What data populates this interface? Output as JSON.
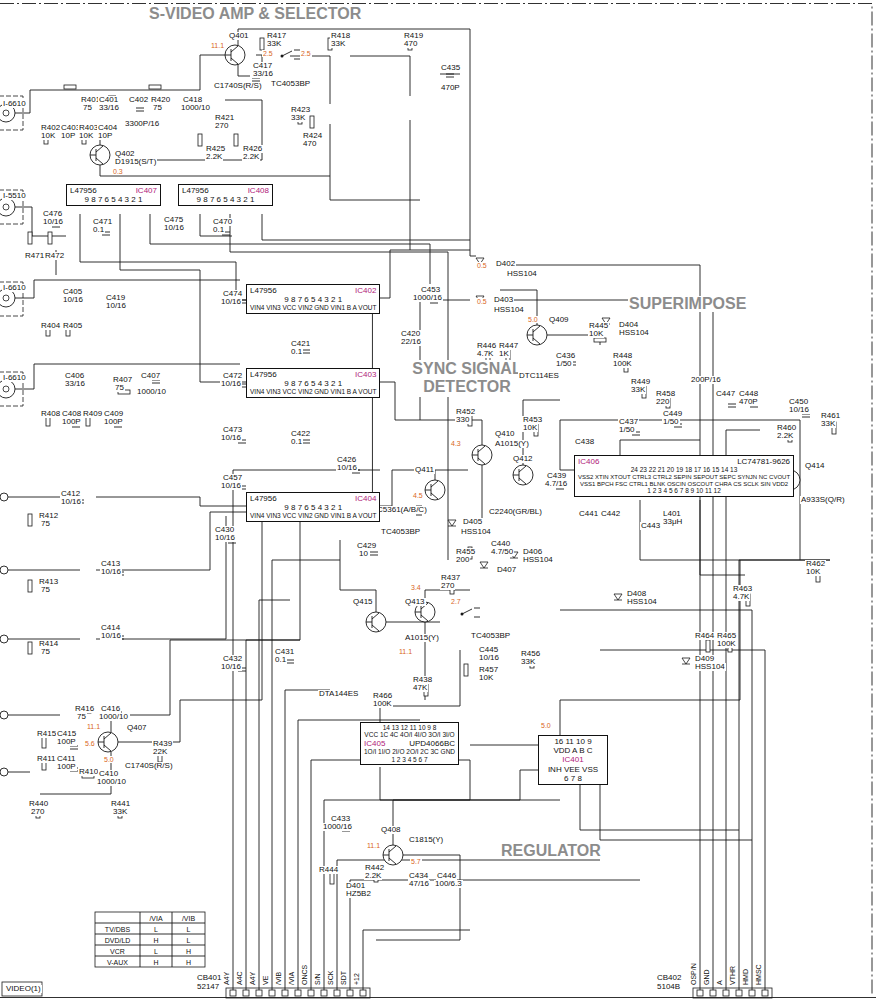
{
  "diagram": {
    "nodes": [
      {
        "text": [
          "L47956",
          "IC407",
          "9 8 7 6 5 4 3 2 1"
        ]
      },
      {
        "text": [
          "L47956",
          "IC408",
          "9 8 7 6 5 4 3 2 1"
        ]
      },
      {
        "text": [
          "L47956",
          "IC402",
          "9 8 7 6 5 4 3 2 1",
          "VIN4 VIN3 VCC VIN2 GND VIN1 B A VOUT"
        ]
      },
      {
        "text": [
          "L47956",
          "IC403",
          "9 8 7 6 5 4 3 2 1",
          "VIN4 VIN3 VCC VIN2 GND VIN1 B A VOUT"
        ]
      },
      {
        "text": [
          "IC406",
          "LC74781-9626",
          "24 23 22 21 20 19 18 17 16 15 14 13",
          "VSS2 XTIN XTOUT CTRL3 CTRL2 SEPIN SEPOUT SEPC SYNJN NC CVOUT",
          "VSS1 BPCH FSC CTRL1 BLNK OSCIN OSCOUT CHRA CS SCLK SIN VDD2",
          "1 2 3 4 5 6 7 8 9 10 11 12"
        ]
      },
      {
        "text": [
          "L47956",
          "IC404",
          "9 8 7 6 5 4 3 2 1",
          "VIN4 VIN3 VCC VIN2 GND VIN1 B A VOUT"
        ]
      },
      {
        "text": [
          "14 13 12 11 10 9 8",
          "VCC 1C 4C 4O/I 4I/O 3O/I 3I/O",
          "IC405",
          "UPD4066BC",
          "1O/I 1I/O 2I/O 2O/I 2C 3C GND",
          "1 2 3 4 5 6 7"
        ]
      },
      {
        "text": [
          "16 11 10 9",
          "VDD A B C",
          "IC401",
          "INH VEE VSS",
          "6 7 8"
        ]
      }
    ],
    "edges": [
      {
        "from": 2,
        "to": 3,
        "arrow": "none"
      },
      {
        "from": 3,
        "to": 5,
        "arrow": "none"
      }
    ],
    "labels": [
      "S-VIDEO AMP & SELECTOR",
      "SUPERIMPOSE",
      "SYNC SIGNAL DETECTOR",
      "REGULATOR",
      "Q401",
      "C1740S(R/S)",
      "R417",
      "33K",
      "C417",
      "33/16",
      "TC4053BP",
      "R418",
      "33K",
      "R419",
      "470",
      "C435",
      "470P",
      "R401",
      "75",
      "C401",
      "33/16",
      "C402",
      "3300P/16",
      "R420",
      "75",
      "C418",
      "1000/10",
      "Q402",
      "D1915(S/T)",
      "R421",
      "270",
      "R423",
      "33K",
      "R424",
      "470",
      "R425",
      "2.2K",
      "R426",
      "2.2K",
      "R402",
      "10K",
      "C403",
      "10P",
      "R403",
      "10K",
      "C404",
      "10P",
      "C476",
      "10/16",
      "C471",
      "0.1",
      "C475",
      "10/16",
      "C470",
      "0.1",
      "R471",
      "R472",
      "C405",
      "10/16",
      "C419",
      "10/16",
      "R404",
      "R405",
      "C406",
      "33/16",
      "R407",
      "75",
      "C407",
      "1000/10",
      "R408",
      "C408",
      "100P",
      "R409",
      "C409",
      "100P",
      "C474",
      "10/16",
      "C472",
      "10/16",
      "C421",
      "0.1",
      "C422",
      "0.1",
      "C473",
      "10/16",
      "C453",
      "1000/16",
      "C420",
      "22/16",
      "C457",
      "10/16",
      "C430",
      "10/16",
      "C412",
      "10/16",
      "R412",
      "75",
      "C413",
      "10/16",
      "R413",
      "75",
      "C414",
      "10/16",
      "R414",
      "75",
      "R416",
      "75",
      "C416",
      "1000/10",
      "R415",
      "C415",
      "100P",
      "R411",
      "C411",
      "100P",
      "R410",
      "C410",
      "1000/10",
      "Q407",
      "C1740S(R/S)",
      "R439",
      "22K",
      "R440",
      "270",
      "R441",
      "33K",
      "C432",
      "10/16",
      "C431",
      "0.1",
      "Q415",
      "DTA144ES",
      "R466",
      "100K",
      "R438",
      "47K",
      "R437",
      "270",
      "Q413",
      "A1015(Y)",
      "TC4053BP",
      "C445",
      "10/16",
      "R457",
      "10K",
      "R456",
      "33K",
      "C433",
      "1000/16",
      "Q408",
      "C1815(Y)",
      "R442",
      "2.2K",
      "D401",
      "HZ5B2",
      "R444",
      "C434",
      "47/16",
      "C446",
      "100/6.3",
      "C426",
      "10/16",
      "TC4053BP",
      "C429",
      "10",
      "R452",
      "330",
      "Q410",
      "A1015(Y)",
      "R453",
      "10K",
      "Q411",
      "C5361(A/B/C)",
      "Q412",
      "C2240(GR/BL)",
      "D405",
      "HSS104",
      "C440",
      "4.7/50",
      "R455",
      "200",
      "D406",
      "HSS104",
      "D407",
      "D402",
      "HSS104",
      "D403",
      "HSS104",
      "Q409",
      "DTC114ES",
      "R446",
      "4.7K",
      "R447",
      "1K",
      "R445",
      "10K",
      "D404",
      "HSS104",
      "R448",
      "100K",
      "C436",
      "1/50",
      "R449",
      "33K",
      "R458",
      "220",
      "200P/16",
      "C447",
      "C448",
      "470P",
      "C450",
      "10/16",
      "R460",
      "2.2K",
      "R461",
      "33K",
      "Q414",
      "A933S(Q/R)",
      "R462",
      "10K",
      "R463",
      "4.7K",
      "R464",
      "R465",
      "100K",
      "D409",
      "HSS104",
      "D408",
      "HSS104",
      "C437",
      "1/50",
      "C449",
      "1/50",
      "C439",
      "4.7/16",
      "L401",
      "33μH",
      "C441",
      "C442",
      "C443",
      "C438",
      "CB401",
      "52147",
      "CB402",
      "5104B",
      "A4Y",
      "A4C",
      "A4Y",
      "VE",
      "/VIB",
      "/VIA",
      "ONCS",
      "S/N",
      "SCK",
      "SDT",
      "+12",
      "OSP/N",
      "GND",
      "A",
      "VTHR",
      "HMD",
      "HMSC",
      "VIDEO(1)",
      "/VIA",
      "/VIB",
      "TV/DBS",
      "L",
      "L",
      "DVD/LD",
      "H",
      "L",
      "VCR",
      "L",
      "H",
      "V-AUX",
      "H",
      "H",
      "I-6610",
      "I-5510",
      "I-6610",
      "I-6610",
      "11.1",
      "2.5",
      "2.5",
      "0.3",
      "5.0",
      "0.5",
      "0.5",
      "4.3",
      "4.5",
      "11.1",
      "5.6",
      "5.0",
      "11.1",
      "5.7",
      "3.4",
      "2.7",
      "5.0",
      "11.1"
    ]
  }
}
